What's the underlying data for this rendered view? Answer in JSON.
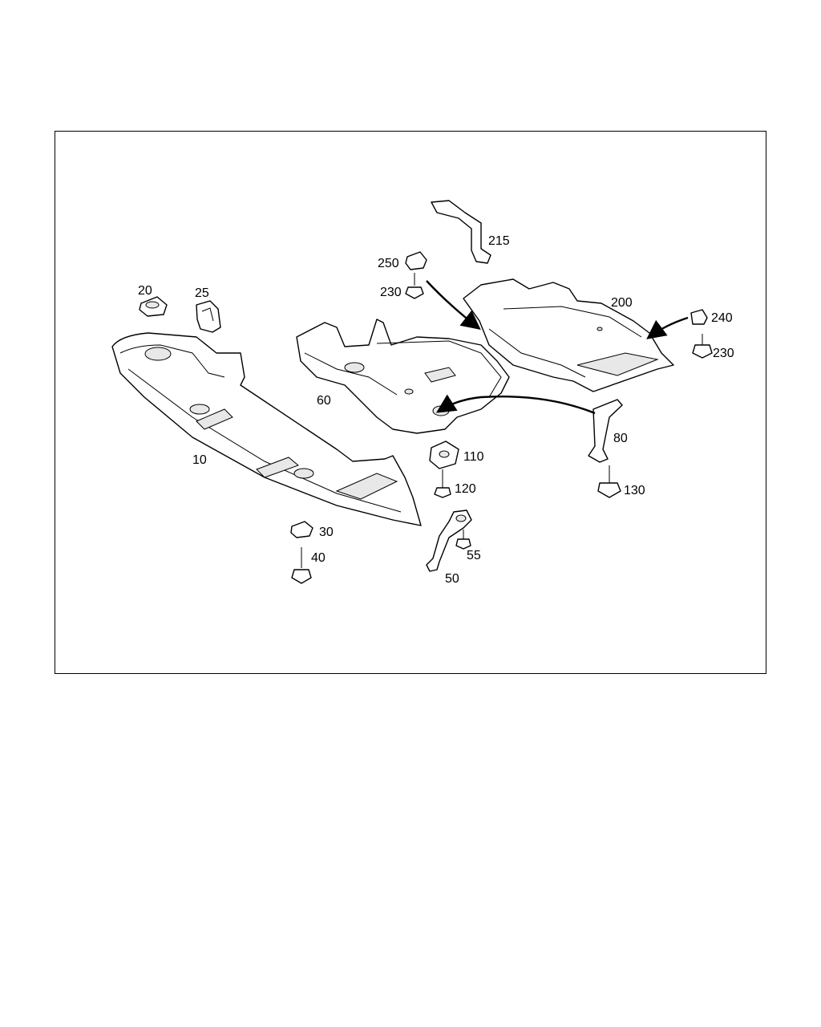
{
  "diagram": {
    "labels": {
      "p10": "10",
      "p20": "20",
      "p25": "25",
      "p30": "30",
      "p40": "40",
      "p50": "50",
      "p55": "55",
      "p60": "60",
      "p80": "80",
      "p110": "110",
      "p120": "120",
      "p130": "130",
      "p200": "200",
      "p215": "215",
      "p230a": "230",
      "p230b": "230",
      "p240": "240",
      "p250": "250"
    }
  }
}
